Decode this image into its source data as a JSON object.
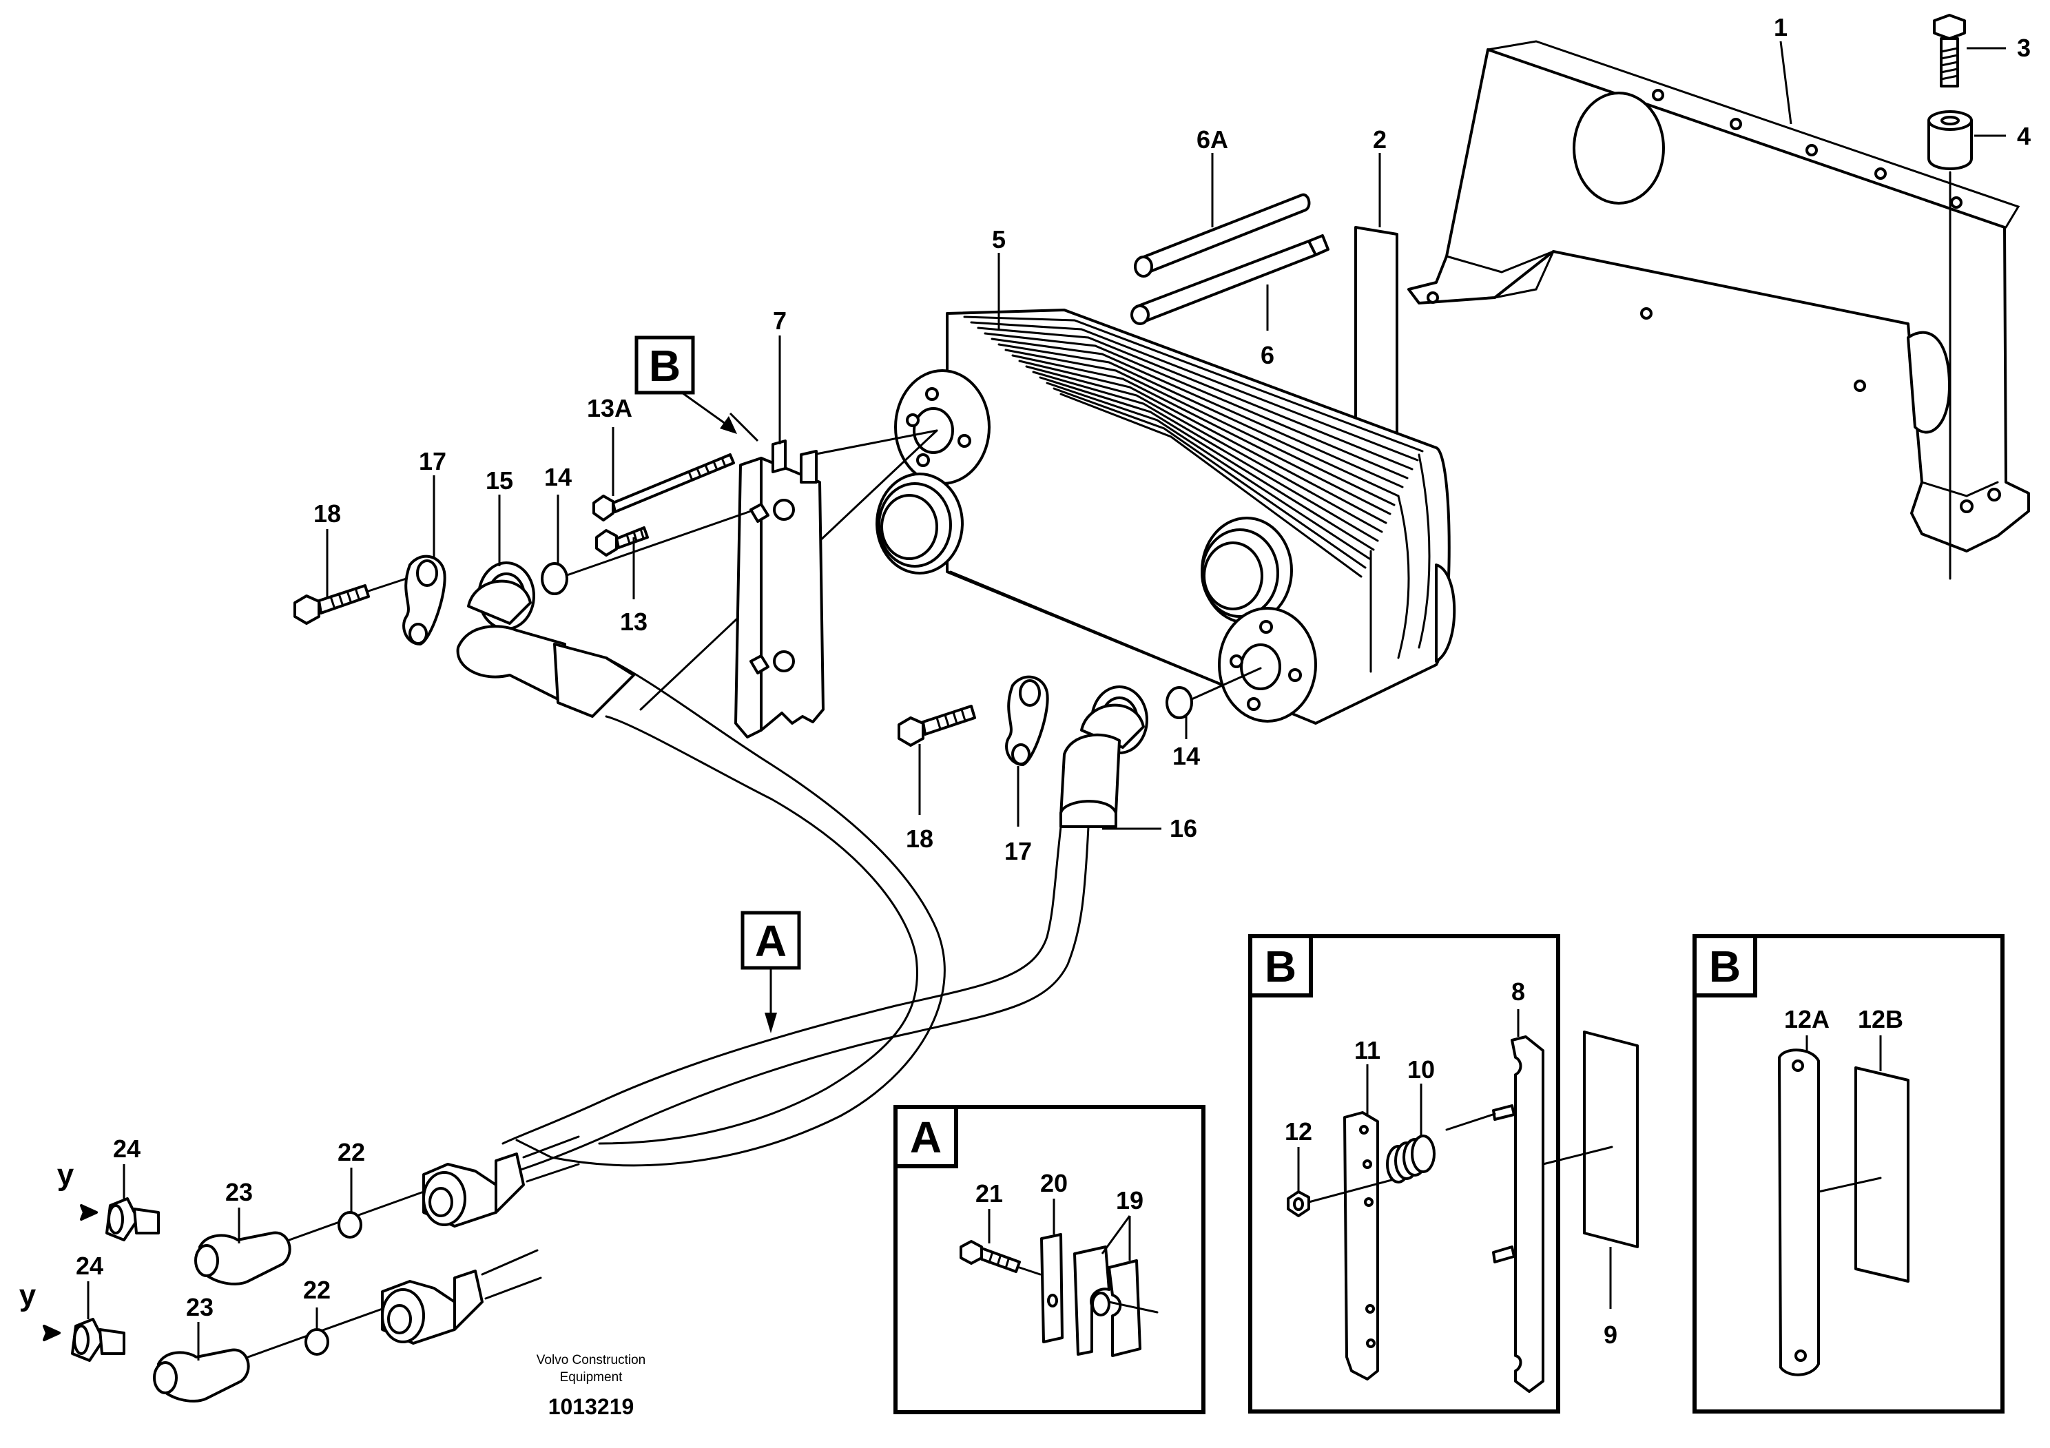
{
  "labels": {
    "l1": "1",
    "l2": "2",
    "l3": "3",
    "l4": "4",
    "l5": "5",
    "l6": "6",
    "l6a": "6A",
    "l7": "7",
    "l13a": "13A",
    "l13": "13",
    "l14a": "14",
    "l14b": "14",
    "l15": "15",
    "l16": "16",
    "l17a": "17",
    "l17b": "17",
    "l18a": "18",
    "l18b": "18",
    "l22a": "22",
    "l22b": "22",
    "l23a": "23",
    "l23b": "23",
    "l24a": "24",
    "l24b": "24",
    "ya": "y",
    "yb": "y"
  },
  "callouts": {
    "b": "B",
    "a": "A"
  },
  "detail_a": {
    "tag": "A",
    "l21": "21",
    "l20": "20",
    "l19": "19"
  },
  "detail_b1": {
    "tag": "B",
    "l8": "8",
    "l9": "9",
    "l10": "10",
    "l11": "11",
    "l12": "12"
  },
  "detail_b2": {
    "tag": "B",
    "l12a": "12A",
    "l12b": "12B"
  },
  "footer": {
    "maker_line1": "Volvo Construction",
    "maker_line2": "Equipment",
    "doc_number": "1013219"
  }
}
